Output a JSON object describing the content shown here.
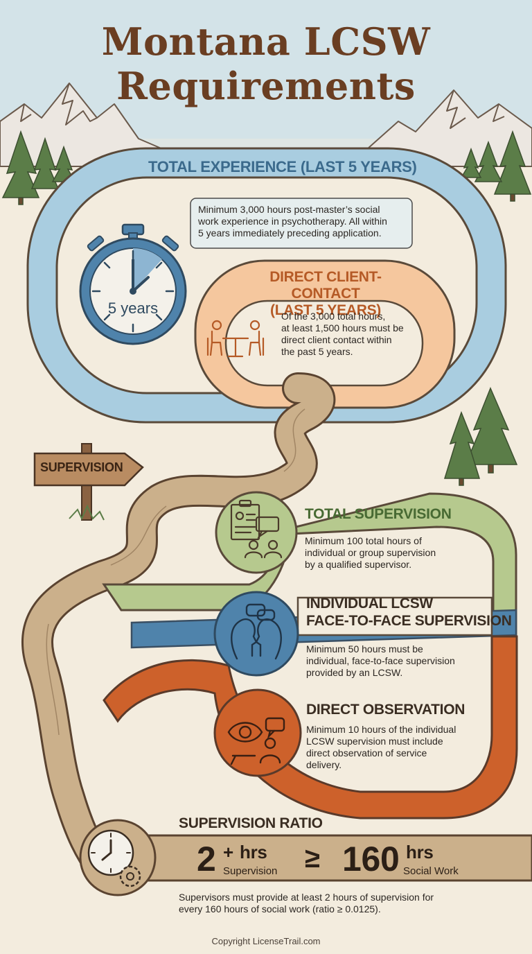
{
  "title": {
    "line1": "Montana LCSW",
    "line2": "Requirements"
  },
  "total_experience": {
    "heading": "TOTAL EXPERIENCE (LAST 5 YEARS)",
    "text_lines": [
      "Minimum 3,000 hours post-master’s social",
      "work experience in psychotherapy. All within",
      "5 years immediately preceding application."
    ],
    "stopwatch_label": "5 years"
  },
  "direct_client_contact": {
    "heading_line1": "DIRECT CLIENT-CONTACT",
    "heading_line2": "(LAST 5 YEARS)",
    "text_lines": [
      "Of the 3,000 total hours,",
      "at least 1,500 hours must be",
      "direct client contact within",
      "the past 5 years."
    ]
  },
  "signpost": {
    "label": "SUPERVISION"
  },
  "total_supervision": {
    "heading": "TOTAL SUPERVISION",
    "text_lines": [
      "Minimum 100 total hours of",
      "individual or group supervision",
      "by a qualified supervisor."
    ]
  },
  "individual_supervision": {
    "heading_line1": "INDIVIDUAL LCSW",
    "heading_line2": "FACE-TO-FACE SUPERVISION",
    "text_lines": [
      "Minimum 50 hours must be",
      "individual, face-to-face supervision",
      "provided by an LCSW."
    ]
  },
  "direct_observation": {
    "heading": "DIRECT OBSERVATION",
    "text_lines": [
      "Minimum 10 hours of the individual",
      "LCSW supervision must include",
      "direct observation of service",
      "delivery."
    ]
  },
  "supervision_ratio": {
    "heading": "SUPERVISION RATIO",
    "left_number": "2",
    "left_plus": "+",
    "left_unit": "hrs",
    "left_caption": "Supervision",
    "operator": "≥",
    "right_number": "160",
    "right_unit": "hrs",
    "right_caption": "Social Work",
    "text_lines": [
      "Supervisors must provide at least 2 hours of supervision for",
      "every 160 hours of social work (ratio ≥ 0.0125)."
    ]
  },
  "footer": "Copyright LicenseTrail.com",
  "colors": {
    "sky": "#cfe0e6",
    "background": "#f3ecde",
    "blue_band": "#a9cde0",
    "orange_band": "#f5c79e",
    "green_band": "#b6c98e",
    "steel_band": "#4f83ab",
    "rust_band": "#cd612b",
    "path": "#cbb08b",
    "outline": "#5a4330",
    "title": "#6a3e22",
    "tree": "#5b7d48"
  },
  "icons": [
    "stopwatch-icon",
    "meeting-table-icon",
    "clipboard-people-icon",
    "conversation-heads-icon",
    "eye-observation-icon",
    "clock-gear-icon",
    "signpost-icon",
    "pine-tree-icon",
    "mountain-icon"
  ]
}
